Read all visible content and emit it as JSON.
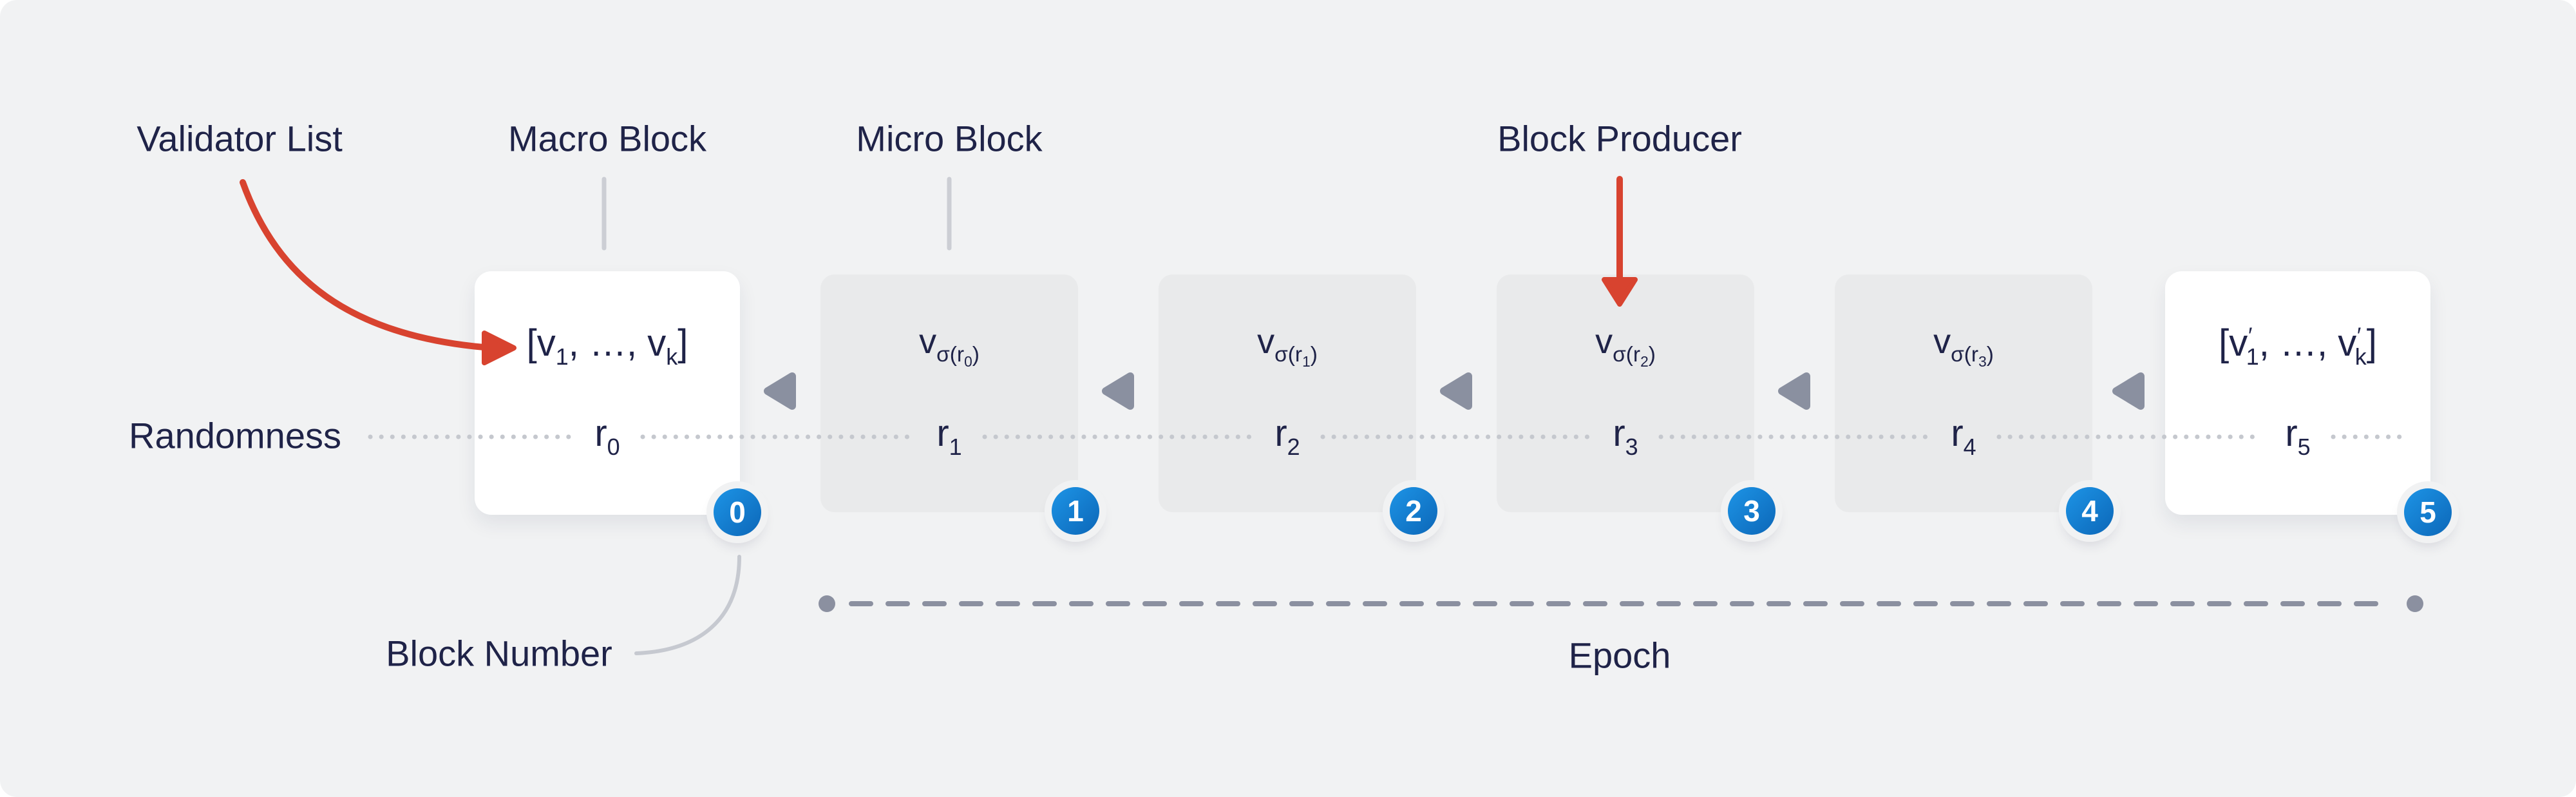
{
  "colors": {
    "canvas_bg": "#f1f2f3",
    "page_bg": "#ffffff",
    "text_navy": "#1f2348",
    "macro_block_bg": "#ffffff",
    "micro_block_bg": "#e9eaeb",
    "badge_blue_start": "#1d94e6",
    "badge_blue_end": "#0c67b8",
    "arrow_red": "#d8432f",
    "connector_gray": "#ccced4",
    "dotted_line_gray": "#c5c8ce",
    "chain_arrow_gray": "#8a90a0",
    "epoch_line_gray": "#8b90a0"
  },
  "annotations": {
    "validator_list": "Validator List",
    "macro_block": "Macro Block",
    "micro_block": "Micro Block",
    "block_producer": "Block Producer",
    "randomness": "Randomness",
    "block_number": "Block Number",
    "epoch": "Epoch"
  },
  "blocks": [
    {
      "type": "macro",
      "badge": "0",
      "validators": {
        "open": "[v",
        "sub_first": "1",
        "mid": ", …, v",
        "sub_last": "k",
        "close": "]"
      },
      "randomness": {
        "base": "r",
        "index": "0"
      }
    },
    {
      "type": "micro",
      "badge": "1",
      "producer": {
        "v": "v",
        "sigma_open": "σ(r",
        "sigma_index": "0",
        "sigma_close": ")"
      },
      "randomness": {
        "base": "r",
        "index": "1"
      }
    },
    {
      "type": "micro",
      "badge": "2",
      "producer": {
        "v": "v",
        "sigma_open": "σ(r",
        "sigma_index": "1",
        "sigma_close": ")"
      },
      "randomness": {
        "base": "r",
        "index": "2"
      }
    },
    {
      "type": "micro",
      "badge": "3",
      "producer": {
        "v": "v",
        "sigma_open": "σ(r",
        "sigma_index": "2",
        "sigma_close": ")"
      },
      "randomness": {
        "base": "r",
        "index": "3"
      }
    },
    {
      "type": "micro",
      "badge": "4",
      "producer": {
        "v": "v",
        "sigma_open": "σ(r",
        "sigma_index": "3",
        "sigma_close": ")"
      },
      "randomness": {
        "base": "r",
        "index": "4"
      }
    },
    {
      "type": "macro",
      "badge": "5",
      "validators": {
        "open": "[v",
        "prime_first": "′",
        "sub_first": "1",
        "mid": ", …, v",
        "prime_last": "′",
        "sub_last": "k",
        "close": "]"
      },
      "randomness": {
        "base": "r",
        "index": "5"
      }
    }
  ]
}
